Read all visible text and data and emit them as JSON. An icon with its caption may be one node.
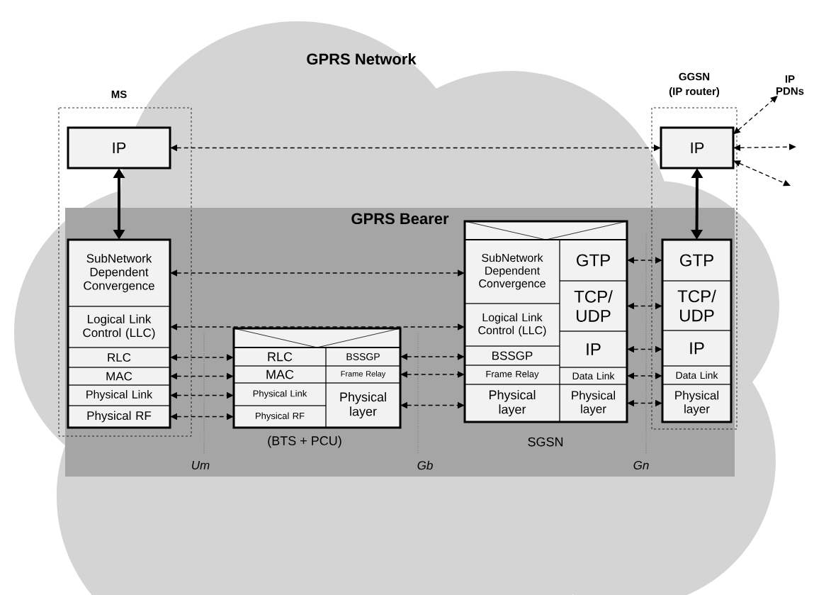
{
  "diagram": {
    "nodes": [
      {
        "text": [
          "GPRS Network"
        ]
      },
      {
        "text": [
          "GPRS Bearer"
        ],
        "in": 0
      },
      {
        "text": [
          "MS"
        ],
        "in": 0
      },
      {
        "text": [
          "IP"
        ],
        "in": 2
      },
      {
        "text": [],
        "shape": "box"
      },
      {
        "text": [
          "SubNetwork Dependent Convergence"
        ],
        "in": 4
      },
      {
        "text": [
          "Logical Link Control (LLC)"
        ],
        "in": 4
      },
      {
        "text": [
          "RLC"
        ],
        "in": 4
      },
      {
        "text": [
          "MAC"
        ],
        "in": 4
      },
      {
        "text": [
          "Physical Link"
        ],
        "in": 4
      },
      {
        "text": [
          "Physical RF"
        ],
        "in": 4
      },
      {
        "text": [],
        "shape": "box",
        "beside": [
          "(BTS + PCU)"
        ],
        "in": 1
      },
      {
        "text": [
          "RLC"
        ],
        "in": 11
      },
      {
        "text": [
          "MAC"
        ],
        "in": 11
      },
      {
        "text": [
          "Physical Link"
        ],
        "in": 11
      },
      {
        "text": [
          "Physical RF"
        ],
        "in": 11
      },
      {
        "text": [
          "BSSGP"
        ],
        "in": 11
      },
      {
        "text": [
          "Frame Relay"
        ],
        "in": 11
      },
      {
        "text": [
          "Physical layer"
        ],
        "in": 11
      },
      {
        "text": [],
        "shape": "box",
        "beside": [
          "SGSN"
        ],
        "in": 1
      },
      {
        "text": [
          "SubNetwork Dependent Convergence"
        ],
        "in": 19
      },
      {
        "text": [
          "Logical Link Control (LLC)"
        ],
        "in": 19
      },
      {
        "text": [
          "BSSGP"
        ],
        "in": 19
      },
      {
        "text": [
          "Frame Relay"
        ],
        "in": 19
      },
      {
        "text": [
          "Physical layer"
        ],
        "in": 19
      },
      {
        "text": [
          "GTP"
        ],
        "in": 19
      },
      {
        "text": [
          "TCP/ UDP"
        ],
        "in": 19
      },
      {
        "text": [
          "IP"
        ],
        "in": 19
      },
      {
        "text": [
          "Data Link"
        ],
        "in": 19
      },
      {
        "text": [
          "Physical layer"
        ],
        "in": 19
      },
      {
        "text": [
          "GGSN",
          "(IP router)"
        ],
        "in": 0
      },
      {
        "text": [
          "IP"
        ],
        "in": 30
      },
      {
        "text": [],
        "shape": "box"
      },
      {
        "text": [
          "GTP"
        ],
        "in": 32
      },
      {
        "text": [
          "TCP/ UDP"
        ],
        "in": 32
      },
      {
        "text": [
          "IP"
        ],
        "in": 32
      },
      {
        "text": [
          "Data Link"
        ],
        "in": 32
      },
      {
        "text": [
          "Physical layer"
        ],
        "in": 32
      },
      {
        "text": [
          "IP PDNs"
        ]
      }
    ],
    "edges": [
      {
        "from": 3,
        "to": 31,
        "arrow": "both",
        "style": "dashed"
      },
      {
        "from": 3,
        "to": 4,
        "arrow": "both",
        "style": "thick"
      },
      {
        "from": 31,
        "to": 32,
        "arrow": "both",
        "style": "thick"
      },
      {
        "from": 5,
        "to": 20,
        "arrow": "both",
        "style": "dashed"
      },
      {
        "from": 6,
        "to": 21,
        "arrow": "both",
        "style": "dashed"
      },
      {
        "from": 7,
        "to": 12,
        "arrow": "both",
        "style": "dashed"
      },
      {
        "from": 8,
        "to": 13,
        "arrow": "both",
        "style": "dashed"
      },
      {
        "from": 9,
        "to": 14,
        "arrow": "both",
        "style": "dashed"
      },
      {
        "from": 10,
        "to": 15,
        "arrow": "both",
        "style": "dashed"
      },
      {
        "from": 16,
        "to": 22,
        "arrow": "both",
        "style": "dashed"
      },
      {
        "from": 17,
        "to": 23,
        "arrow": "both",
        "style": "dashed"
      },
      {
        "from": 18,
        "to": 24,
        "arrow": "both",
        "style": "dashed"
      },
      {
        "from": 25,
        "to": 33,
        "arrow": "both",
        "style": "dashed"
      },
      {
        "from": 26,
        "to": 34,
        "arrow": "both",
        "style": "dashed"
      },
      {
        "from": 27,
        "to": 35,
        "arrow": "both",
        "style": "dashed"
      },
      {
        "from": 28,
        "to": 36,
        "arrow": "both",
        "style": "dashed"
      },
      {
        "from": 29,
        "to": 37,
        "arrow": "both",
        "style": "dashed"
      },
      {
        "from": 31,
        "to": 38,
        "arrow": "both",
        "style": "dashed"
      },
      {
        "from": 31,
        "to": null,
        "arrow": "both",
        "style": "dashed"
      },
      {
        "from": 31,
        "to": null,
        "arrow": "both",
        "style": "dashed"
      }
    ],
    "labels": [
      "Um",
      "Gb",
      "Gn"
    ]
  }
}
